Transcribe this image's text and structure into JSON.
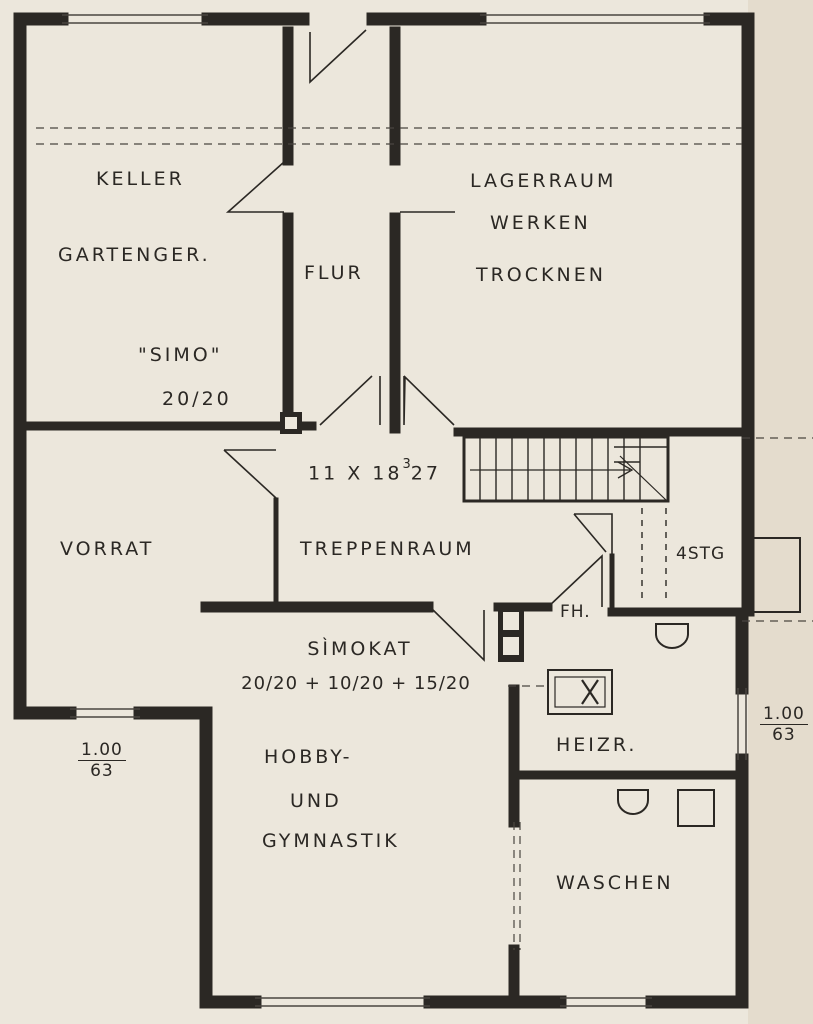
{
  "colors": {
    "paper": "#ece7dc",
    "wall": "#2b2824",
    "line": "#4a4640"
  },
  "rooms": {
    "keller": {
      "line1": "KELLER",
      "line2": "GARTENGER.",
      "material_name": "\"SIMO\"",
      "material_size": "20/20"
    },
    "flur": "FLUR",
    "lagerraum": {
      "line1": "LAGERRAUM",
      "line2": "WERKEN",
      "line3": "TROCKNEN"
    },
    "vorrat": "VORRAT",
    "treppenraum": "TREPPENRAUM",
    "stair": {
      "count": "11 X 18",
      "sup": "3",
      "rest": "27"
    },
    "stg": "4STG",
    "fh": "FH.",
    "hobby": {
      "material_name": "SÌMOKAT",
      "material_sizes": "20/20 + 10/20 + 15/20",
      "line1": "HOBBY-",
      "line2": "UND",
      "line3": "GYMNASTIK"
    },
    "heizr": "HEIZR.",
    "waschen": "WASCHEN"
  },
  "levels": {
    "left": {
      "top": "1.00",
      "bottom": "63"
    },
    "right": {
      "top": "1.00",
      "bottom": "63"
    }
  }
}
